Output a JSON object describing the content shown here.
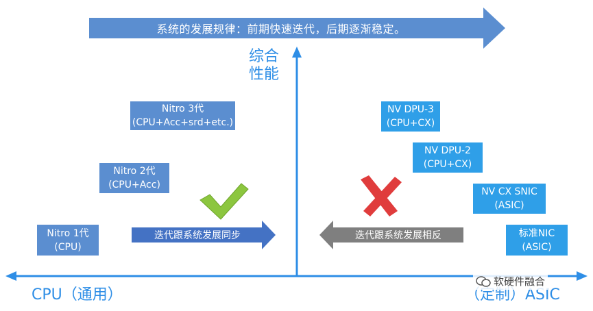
{
  "banner": {
    "text": "系统的发展规律：前期快速迭代，后期逐渐稳定。"
  },
  "y_axis": {
    "label_line1": "综合",
    "label_line2": "性能"
  },
  "x_axis": {
    "left_label": "CPU（通用）",
    "right_label": "（定制）ASIC"
  },
  "left_boxes": [
    {
      "line1": "Nitro 3代",
      "line2": "(CPU+Acc+srd+etc.)"
    },
    {
      "line1": "Nitro 2代",
      "line2": "(CPU+Acc)"
    },
    {
      "line1": "Nitro 1代",
      "line2": "(CPU)"
    }
  ],
  "right_boxes": [
    {
      "line1": "NV DPU-3",
      "line2": "(CPU+CX)"
    },
    {
      "line1": "NV DPU-2",
      "line2": "(CPU+CX)"
    },
    {
      "line1": "NV CX SNIC",
      "line2": "(ASIC)"
    },
    {
      "line1": "标准NIC",
      "line2": "(ASIC)"
    }
  ],
  "sync_arrow": {
    "label": "迭代跟系统发展同步"
  },
  "opposite_arrow": {
    "label": "迭代跟系统发展相反"
  },
  "watermark": {
    "text": "软硬件融合"
  },
  "colors": {
    "axis": "#2e8ee6",
    "box_dark": "#5b8ed0",
    "box_light": "#2f9fe8",
    "check": "#8cc63f",
    "cross": "#e03c3c"
  },
  "icons": [
    "check-icon",
    "cross-icon",
    "wechat-icon"
  ]
}
